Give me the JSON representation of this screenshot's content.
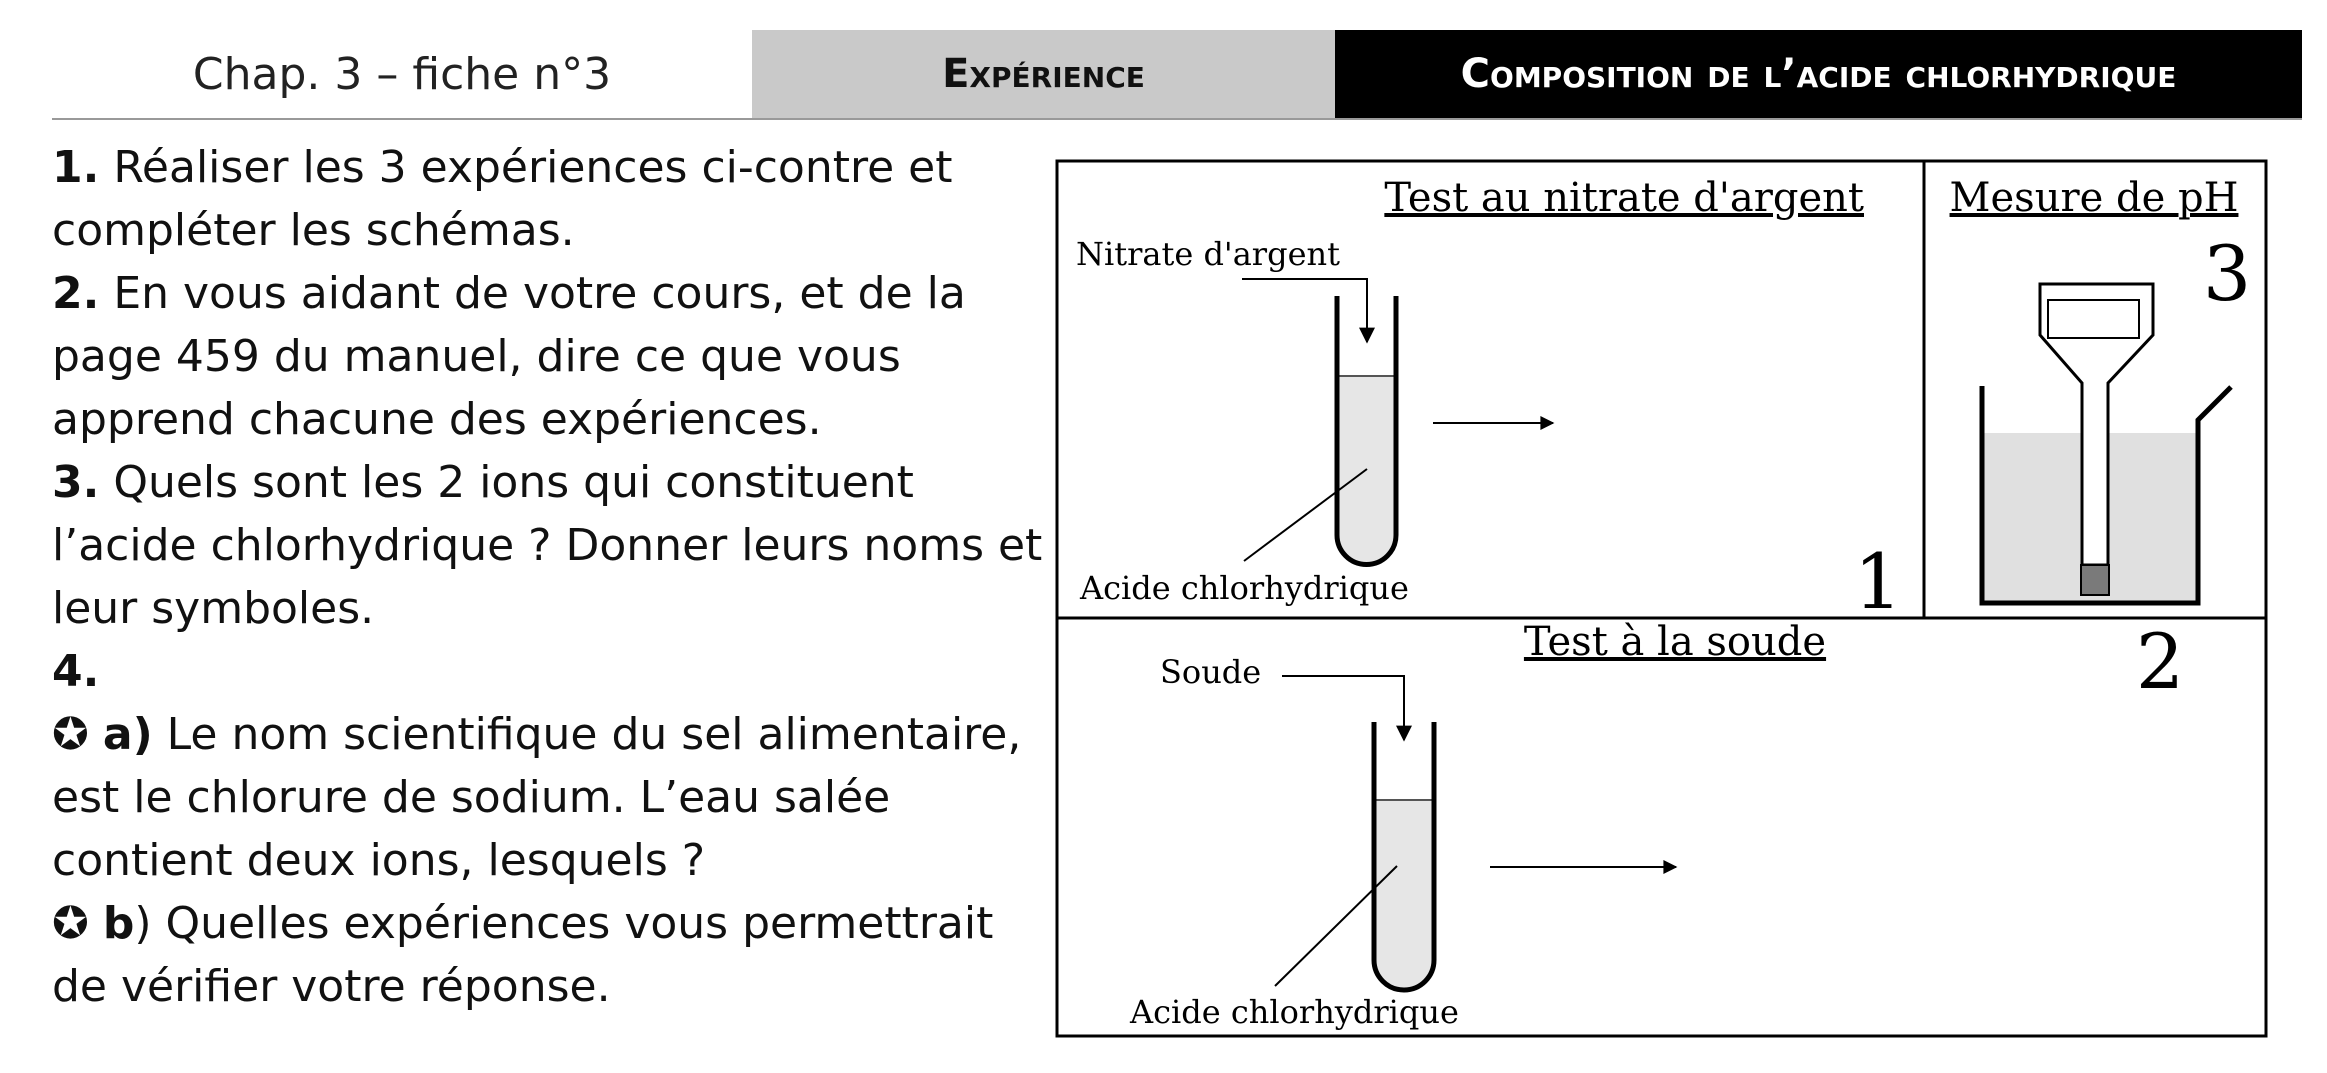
{
  "header": {
    "chapter": "Chap. 3 – fiche n°3",
    "section": "Expérience",
    "topic": "Composition de l’acide chlorhydrique"
  },
  "instructions": {
    "q1_num": "1.",
    "q1_text": " Réaliser les 3 expériences ci-contre et compléter les schémas.",
    "q2_num": "2.",
    "q2_text": " En vous aidant de votre cours, et de la page 459 du manuel,  dire ce que vous apprend chacune des expériences.",
    "q3_num": "3.",
    "q3_text": " Quels sont les 2 ions qui constituent l’acide chlorhydrique ? Donner leurs noms et leur symboles.",
    "q4_num": "4.",
    "q4a_star": "✪",
    "q4a_label": "a)",
    "q4a_text": " Le nom scientifique du sel alimentaire, est le chlorure de sodium. L’eau salée contient deux ions, lesquels ?",
    "q4b_star": "✪",
    "q4b_label": "b",
    "q4b_text": ") Quelles expériences vous permettrait de vérifier votre réponse."
  },
  "panels": {
    "p1": {
      "title": "Test au nitrate d'argent",
      "reagent": "Nitrate d'argent",
      "liquid": "Acide chlorhydrique",
      "number": "1"
    },
    "p2": {
      "title": "Test à la soude",
      "reagent": "Soude",
      "liquid": "Acide chlorhydrique",
      "number": "2"
    },
    "p3": {
      "title": "Mesure de pH",
      "number": "3"
    }
  }
}
